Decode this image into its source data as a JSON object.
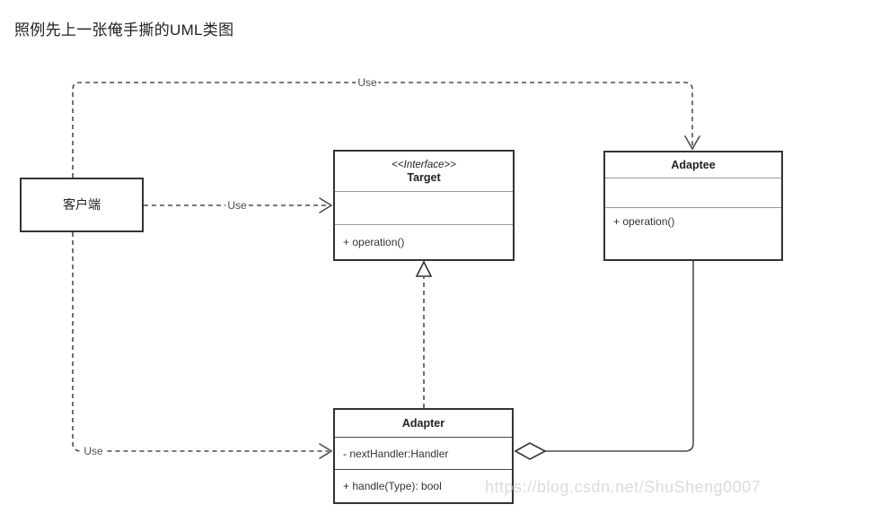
{
  "page": {
    "title": "照例先上一张俺手撕的UML类图",
    "watermark": "https://blog.csdn.net/ShuSheng0007"
  },
  "diagram": {
    "classes": {
      "client": {
        "name": "客户端"
      },
      "target": {
        "stereotype": "<<Interface>>",
        "name": "Target",
        "methods": "+ operation()"
      },
      "adaptee": {
        "name": "Adaptee",
        "methods": "+ operation()"
      },
      "adapter": {
        "name": "Adapter",
        "attributes": "- nextHandler:Handler",
        "methods": "+ handle(Type): bool"
      }
    },
    "edges": {
      "use_top_label": "Use",
      "use_mid_label": "Use",
      "use_bottom_label": "Use"
    },
    "colors": {
      "line": "#4d4d4d",
      "border": "#333333",
      "divider": "#9a9a9a",
      "text": "#222222",
      "watermark": "#dcdcdc"
    }
  }
}
